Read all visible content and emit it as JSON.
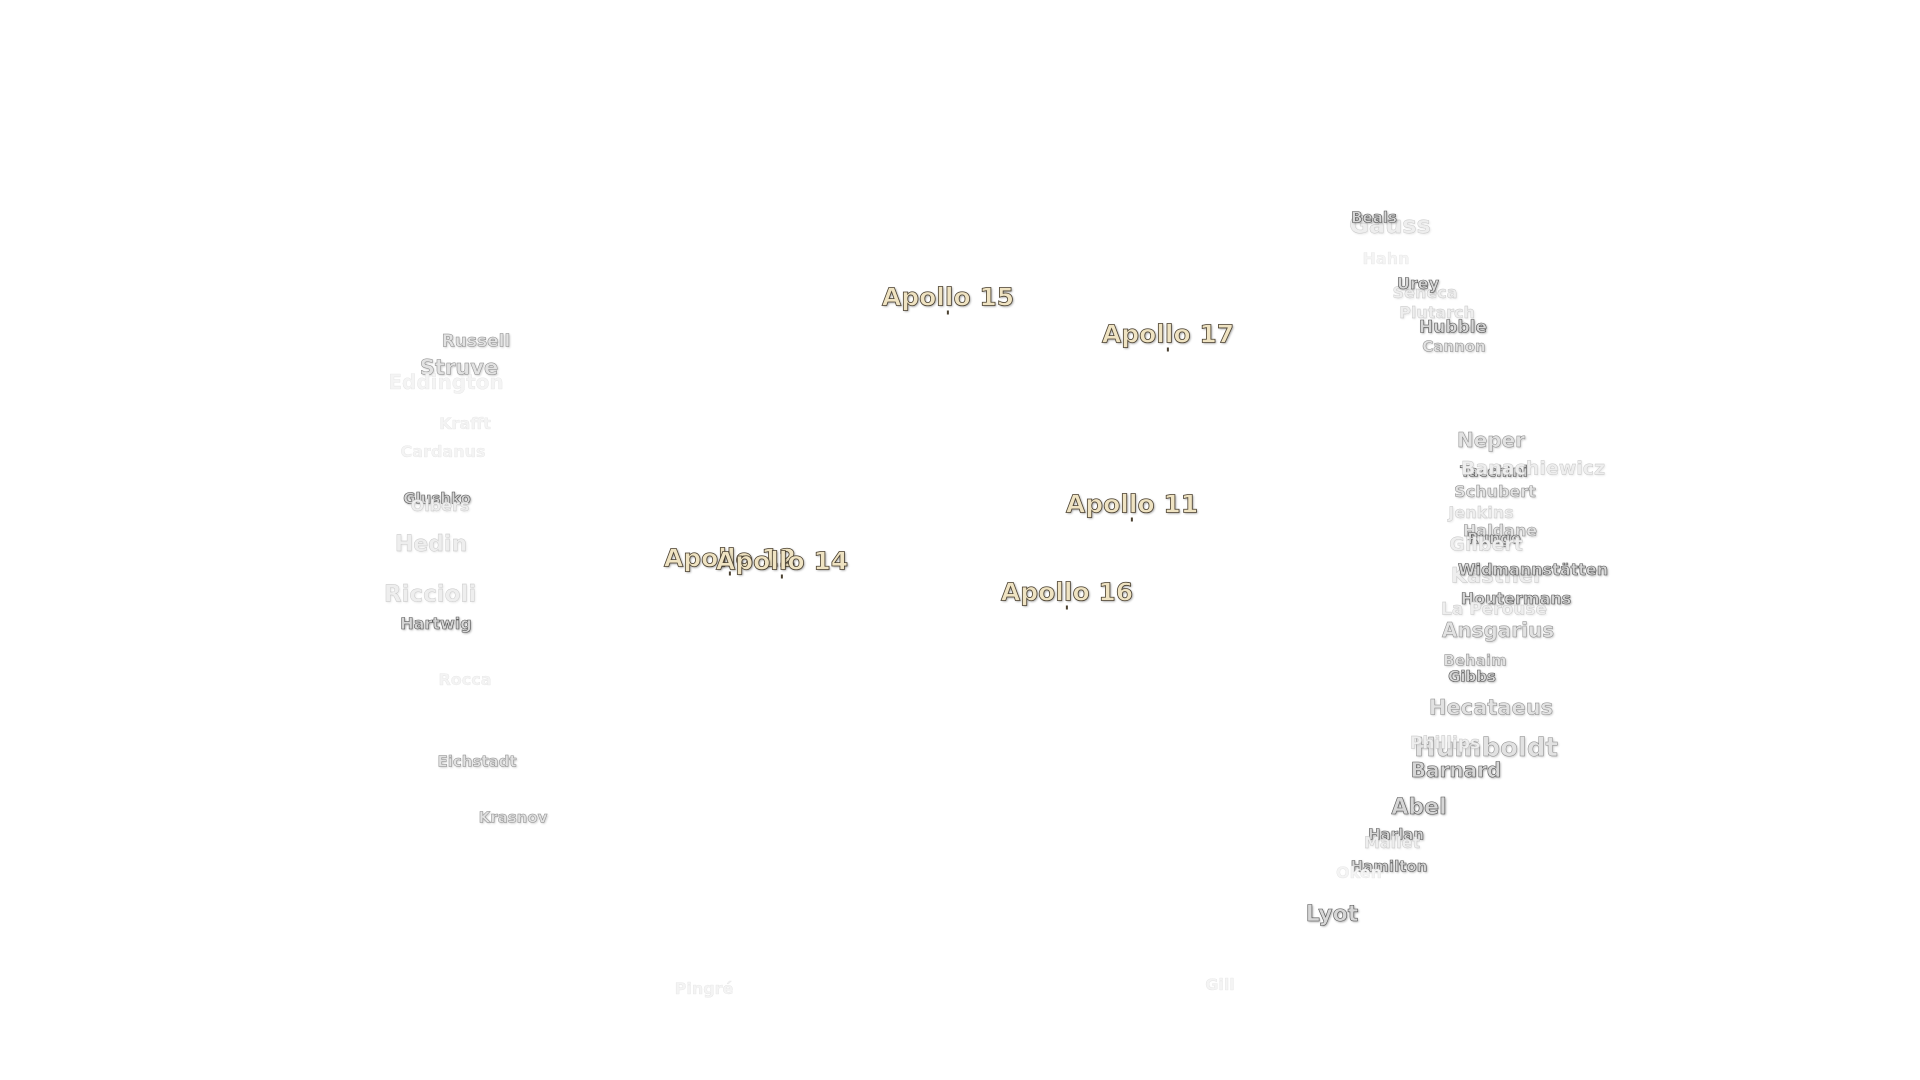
{
  "apollo_sites": [
    "Apollo 15",
    "Apollo 17",
    "Apollo 11",
    "Apollo 12",
    "Apollo 14",
    "Apollo 16"
  ],
  "craters": [
    "Gauss",
    "Beals",
    "Hahn",
    "Seneca",
    "Urey",
    "Plutarch",
    "Hubble",
    "Cannon",
    "Neper",
    "Jenkins",
    "Tacchini",
    "Schubert",
    "Haldane",
    "Runge",
    "Gilbert",
    "Kästner",
    "Widmannstätten",
    "Houtermans",
    "La Pérouse",
    "Ansgarius",
    "Behaim",
    "Gibbs",
    "Hecataeus",
    "Humboldt",
    "Phillips",
    "Barnard",
    "Abel",
    "Harlan",
    "Mallet",
    "Hamilton",
    "Oken",
    "Lyot",
    "Gill",
    "Pingré",
    "Russell",
    "Struve",
    "Eddington",
    "Krafft",
    "Cardanus",
    "Glushko",
    "Olbers",
    "Hedin",
    "Riccioli",
    "Hartwig",
    "Rocca",
    "Eichstadt",
    "Krasnov",
    "Banachiewicz"
  ]
}
